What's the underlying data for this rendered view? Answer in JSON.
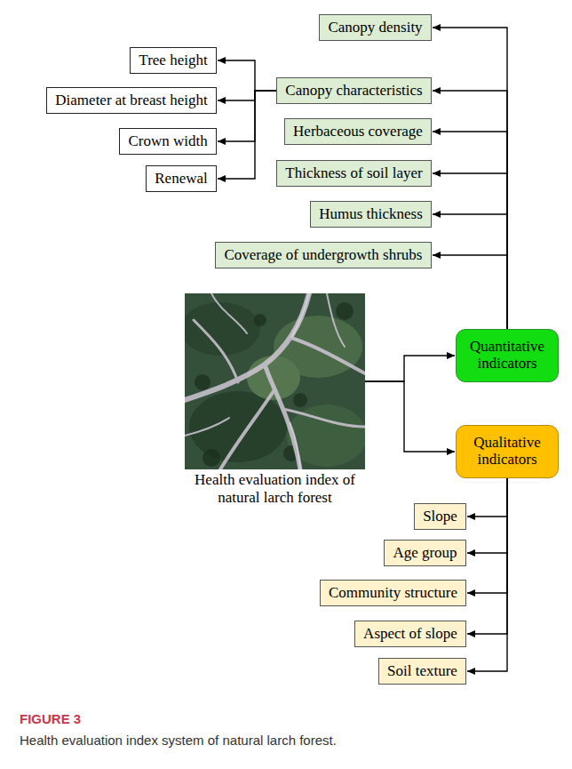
{
  "diagram": {
    "caption": "Health evaluation index system of natural larch forest.",
    "nodes": [
      {
        "text": [
          "Canopy density"
        ]
      },
      {
        "text": [
          "Canopy characteristics"
        ]
      },
      {
        "text": [
          "Tree height"
        ]
      },
      {
        "text": [
          "Diameter at breast height"
        ]
      },
      {
        "text": [
          "Crown width"
        ]
      },
      {
        "text": [
          "Renewal"
        ]
      },
      {
        "text": [
          "Herbaceous coverage"
        ]
      },
      {
        "text": [
          "Thickness of soil layer"
        ]
      },
      {
        "text": [
          "Humus thickness"
        ]
      },
      {
        "text": [
          "Coverage of undergrowth shrubs"
        ]
      },
      {
        "text": [
          "Health evaluation index of natural larch forest"
        ]
      },
      {
        "text": [
          "Quantitative indicators"
        ]
      },
      {
        "text": [
          "Qualitative indicators"
        ]
      },
      {
        "text": [
          "Slope"
        ]
      },
      {
        "text": [
          "Age group"
        ]
      },
      {
        "text": [
          "Community structure"
        ]
      },
      {
        "text": [
          "Aspect of slope"
        ]
      },
      {
        "text": [
          "Soil texture"
        ]
      }
    ],
    "edges": [
      {
        "from": 10,
        "to": 11,
        "arrow": "to"
      },
      {
        "from": 10,
        "to": 12,
        "arrow": "to"
      },
      {
        "from": 11,
        "to": 0,
        "arrow": "to"
      },
      {
        "from": 11,
        "to": 1,
        "arrow": "to"
      },
      {
        "from": 11,
        "to": 6,
        "arrow": "to"
      },
      {
        "from": 11,
        "to": 7,
        "arrow": "to"
      },
      {
        "from": 11,
        "to": 8,
        "arrow": "to"
      },
      {
        "from": 11,
        "to": 9,
        "arrow": "to"
      },
      {
        "from": 1,
        "to": 2,
        "arrow": "to"
      },
      {
        "from": 1,
        "to": 3,
        "arrow": "to"
      },
      {
        "from": 1,
        "to": 4,
        "arrow": "to"
      },
      {
        "from": 1,
        "to": 5,
        "arrow": "to"
      },
      {
        "from": 12,
        "to": 13,
        "arrow": "to"
      },
      {
        "from": 12,
        "to": 14,
        "arrow": "to"
      },
      {
        "from": 12,
        "to": 15,
        "arrow": "to"
      },
      {
        "from": 12,
        "to": 16,
        "arrow": "to"
      },
      {
        "from": 12,
        "to": 17,
        "arrow": "to"
      }
    ],
    "labels": [
      "FIGURE 3"
    ]
  }
}
